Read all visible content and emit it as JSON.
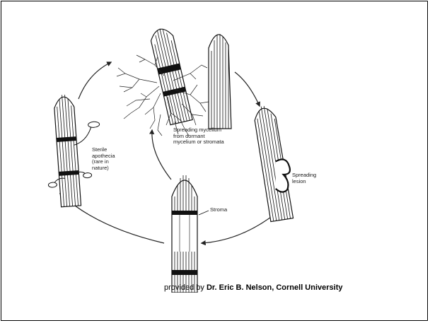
{
  "diagram": {
    "labels": {
      "spreading_mycelium": "Spreading mycelium\nfrom dormant\nmycelium or stromata",
      "sterile_apothecia": "Sterile\napothecia\n(rare in\nnature)",
      "spreading_lesion": "Spreading\nlesion",
      "stroma": "Stroma"
    }
  },
  "credit": {
    "prefix": "provided by ",
    "author": "Dr. Eric B. Nelson, Cornell University"
  }
}
